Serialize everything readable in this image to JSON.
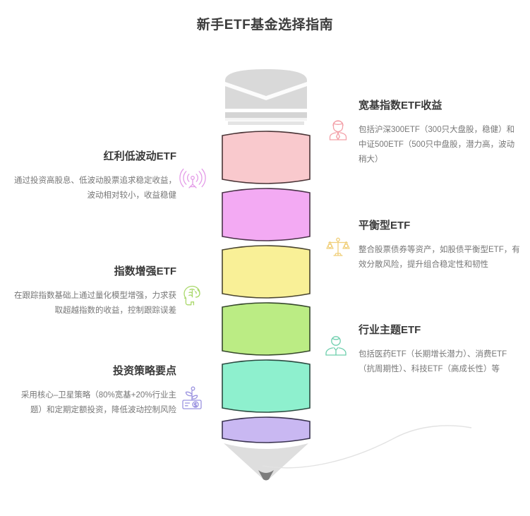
{
  "title": "新手ETF基金选择指南",
  "blocks": [
    {
      "side": "right",
      "title": "宽基指数ETF收益",
      "body": "包括沪深300ETF（300只大盘股，稳健）和中证500ETF（500只中盘股，潜力高，波动稍大）",
      "icon": "advisor-person-icon",
      "icon_color": "#f3a0a8"
    },
    {
      "side": "left",
      "title": "红利低波动ETF",
      "body": "通过投资高股息、低波动股票追求稳定收益，波动相对较小，收益稳健",
      "icon": "signal-antenna-icon",
      "icon_color": "#e49ce8"
    },
    {
      "side": "right",
      "title": "平衡型ETF",
      "body": "整合股票债券等资产，如股债平衡型ETF，有效分散风险，提升组合稳定性和韧性",
      "icon": "balance-scale-icon",
      "icon_color": "#f0cf7a"
    },
    {
      "side": "left",
      "title": "指数增强ETF",
      "body": "在跟踪指数基础上通过量化模型增强，力求获取超越指数的收益，控制跟踪误差",
      "icon": "brain-head-icon",
      "icon_color": "#a9d86a"
    },
    {
      "side": "right",
      "title": "行业主题ETF",
      "body": "包括医药ETF（长期增长潜力）、消费ETF（抗周期性）、科技ETF（高成长性）等",
      "icon": "consultant-person-icon",
      "icon_color": "#6fcfae"
    },
    {
      "side": "left",
      "title": "投资策略要点",
      "body": "采用核心–卫星策略（80%宽基+20%行业主题）和定期定额投资，降低波动控制风险",
      "icon": "money-plant-icon",
      "icon_color": "#9b93e0"
    }
  ],
  "pencil": {
    "eraser_color": "#d8d8d8",
    "ferrule_color": "#d0d0d0",
    "tip_cone_color": "#dcdcdc",
    "tip_point_color": "#7d7d7d",
    "segments": [
      {
        "name": "segment-pink",
        "fill": "#f9c9cd",
        "stroke": "#4a3436"
      },
      {
        "name": "segment-magenta",
        "fill": "#f3aaf3",
        "stroke": "#4a3248"
      },
      {
        "name": "segment-yellow",
        "fill": "#f9f097",
        "stroke": "#4a4530"
      },
      {
        "name": "segment-green",
        "fill": "#bbec84",
        "stroke": "#36482c"
      },
      {
        "name": "segment-aqua",
        "fill": "#8ef0ce",
        "stroke": "#2b4a40"
      },
      {
        "name": "segment-purple",
        "fill": "#c9b8f2",
        "stroke": "#3a3350"
      }
    ]
  }
}
